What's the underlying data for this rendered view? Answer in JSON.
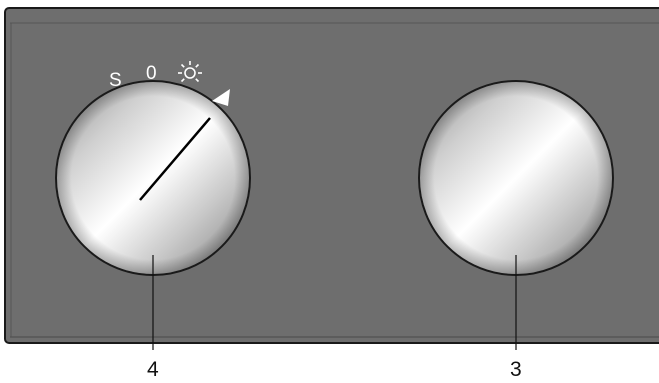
{
  "panel": {
    "fill_color": "#6e6e6e",
    "outline_color": "#1a1a1a"
  },
  "left_knob": {
    "scale_labels": {
      "s": "S",
      "zero": "0"
    },
    "light_symbol_icon": "bulb-icon",
    "pointer_arrow_icon": "triangle-right-icon",
    "callout_number": "4"
  },
  "right_knob": {
    "callout_number": "3"
  }
}
